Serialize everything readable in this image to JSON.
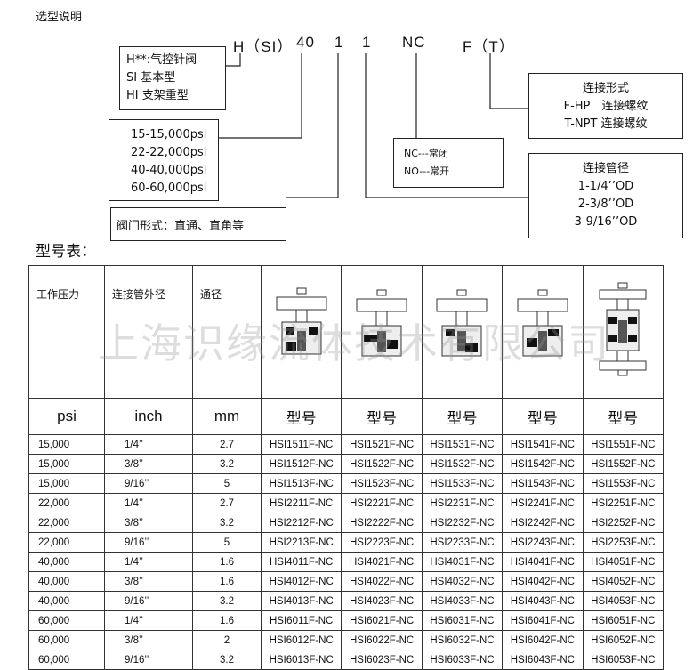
{
  "heading": "选型说明",
  "code": {
    "H": "H（SI）",
    "pressure": "40",
    "v1": "1",
    "v2": "1",
    "nc": "NC",
    "f": "F（T）"
  },
  "box_h": [
    "H**:气控针阀",
    "SI 基本型",
    "HI 支架重型"
  ],
  "box_p": [
    "15-15,000psi",
    "22-22,000psi",
    "40-40,000psi",
    "60-60,000psi"
  ],
  "box_v": "阀门形式：直通、直角等",
  "box_nc": [
    "NC---常闭",
    "NO---常开"
  ],
  "box_conn": [
    "连接形式",
    "F-HP　连接螺纹",
    "T-NPT 连接螺纹"
  ],
  "box_size": [
    "连接管径",
    "1-1/4’’OD",
    "2-3/8’’OD",
    "3-9/16’’OD"
  ],
  "subtitle": "型号表：",
  "watermark": "上海识缘流体技术有限公司",
  "table": {
    "header1": [
      "工作压力",
      "连接管外径",
      "通径"
    ],
    "header2": [
      "psi",
      "inch",
      "mm",
      "型号",
      "型号",
      "型号",
      "型号",
      "型号"
    ],
    "rows": [
      [
        "15,000",
        "1/4’’",
        "2.7",
        "HSI1511F-NC",
        "HSI1521F-NC",
        "HSI1531F-NC",
        "HSI1541F-NC",
        "HSI1551F-NC"
      ],
      [
        "15,000",
        "3/8’’",
        "3.2",
        "HSI1512F-NC",
        "HSI1522F-NC",
        "HSI1532F-NC",
        "HSI1542F-NC",
        "HSI1552F-NC"
      ],
      [
        "15,000",
        "9/16’’",
        "5",
        "HSI1513F-NC",
        "HSI1523F-NC",
        "HSI1533F-NC",
        "HSI1543F-NC",
        "HSI1553F-NC"
      ],
      [
        "22,000",
        "1/4’’",
        "2.7",
        "HSI2211F-NC",
        "HSI2221F-NC",
        "HSI2231F-NC",
        "HSI2241F-NC",
        "HSI2251F-NC"
      ],
      [
        "22,000",
        "3/8’’",
        "3.2",
        "HSI2212F-NC",
        "HSI2222F-NC",
        "HSI2232F-NC",
        "HSI2242F-NC",
        "HSI2252F-NC"
      ],
      [
        "22,000",
        "9/16’’",
        "5",
        "HSI2213F-NC",
        "HSI2223F-NC",
        "HSI2233F-NC",
        "HSI2243F-NC",
        "HSI2253F-NC"
      ],
      [
        "40,000",
        "1/4’’",
        "1.6",
        "HSI4011F-NC",
        "HSI4021F-NC",
        "HSI4031F-NC",
        "HSI4041F-NC",
        "HSI4051F-NC"
      ],
      [
        "40,000",
        "3/8’’",
        "1.6",
        "HSI4012F-NC",
        "HSI4022F-NC",
        "HSI4032F-NC",
        "HSI4042F-NC",
        "HSI4052F-NC"
      ],
      [
        "40,000",
        "9/16’’",
        "3.2",
        "HSI4013F-NC",
        "HSI4023F-NC",
        "HSI4033F-NC",
        "HSI4043F-NC",
        "HSI4053F-NC"
      ],
      [
        "60,000",
        "1/4’’",
        "1.6",
        "HSI6011F-NC",
        "HSI6021F-NC",
        "HSI6031F-NC",
        "HSI6041F-NC",
        "HSI6051F-NC"
      ],
      [
        "60,000",
        "3/8’’",
        "2",
        "HSI6012F-NC",
        "HSI6022F-NC",
        "HSI6032F-NC",
        "HSI6042F-NC",
        "HSI6052F-NC"
      ],
      [
        "60,000",
        "9/16’’",
        "3.2",
        "HSI6013F-NC",
        "HSI6023F-NC",
        "HSI6033F-NC",
        "HSI6043F-NC",
        "HSI6053F-NC"
      ]
    ]
  }
}
